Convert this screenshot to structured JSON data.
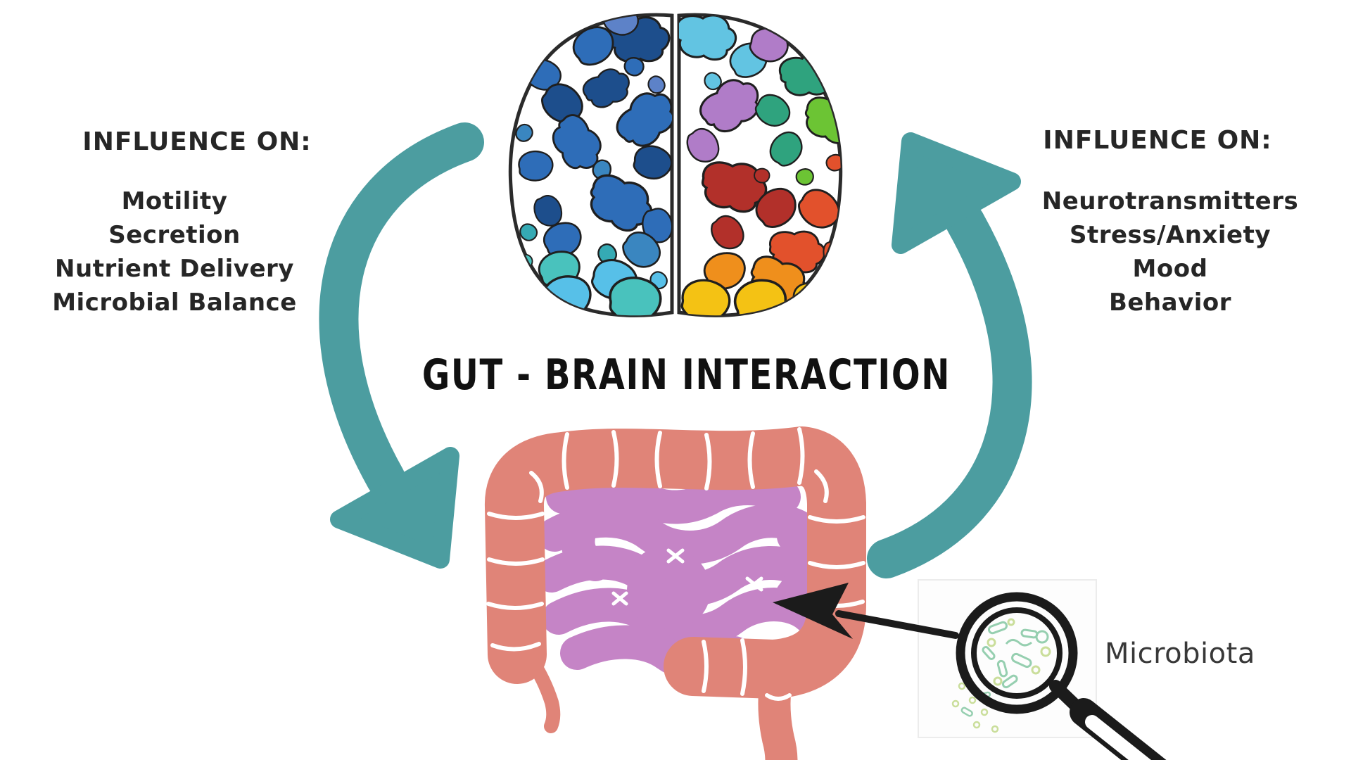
{
  "title": "GUT - BRAIN INTERACTION",
  "left_panel": {
    "heading": "INFLUENCE ON:",
    "items": [
      "Motility",
      "Secretion",
      "Nutrient Delivery",
      "Microbial Balance"
    ]
  },
  "right_panel": {
    "heading": "INFLUENCE ON:",
    "items": [
      "Neurotransmitters",
      "Stress/Anxiety",
      "Mood",
      "Behavior"
    ]
  },
  "magnifier": {
    "label": "Microbiota"
  },
  "icons": {
    "brain": "brain-top-view-illustration",
    "gut": "intestines-illustration",
    "left_arrow": "curved-arrow-brain-to-gut",
    "right_arrow": "curved-arrow-gut-to-brain",
    "magnifier": "magnifying-glass-icon",
    "microbes": "bacteria-illustration",
    "pointer": "black-arrow-pointer"
  },
  "colors": {
    "arrow_teal": "#4C9DA0",
    "colon_pink": "#E08478",
    "intestine_purple": "#C584C6",
    "outline_black": "#1B1B1B",
    "text_dark": "#262626"
  }
}
